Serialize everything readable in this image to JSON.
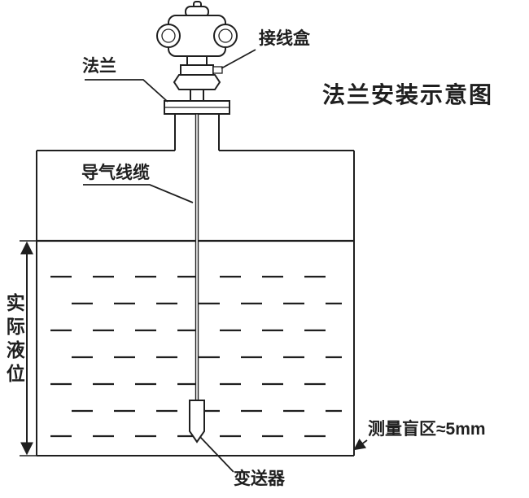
{
  "diagram": {
    "title": "法兰安装示意图",
    "labels": {
      "junction_box": "接线盒",
      "flange": "法兰",
      "air_cable": "导气线缆",
      "actual_level": "实际液位",
      "blind_zone": "测量盲区≈5mm",
      "transmitter": "变送器"
    },
    "colors": {
      "line": "#1f1f1f",
      "background": "#ffffff"
    }
  }
}
